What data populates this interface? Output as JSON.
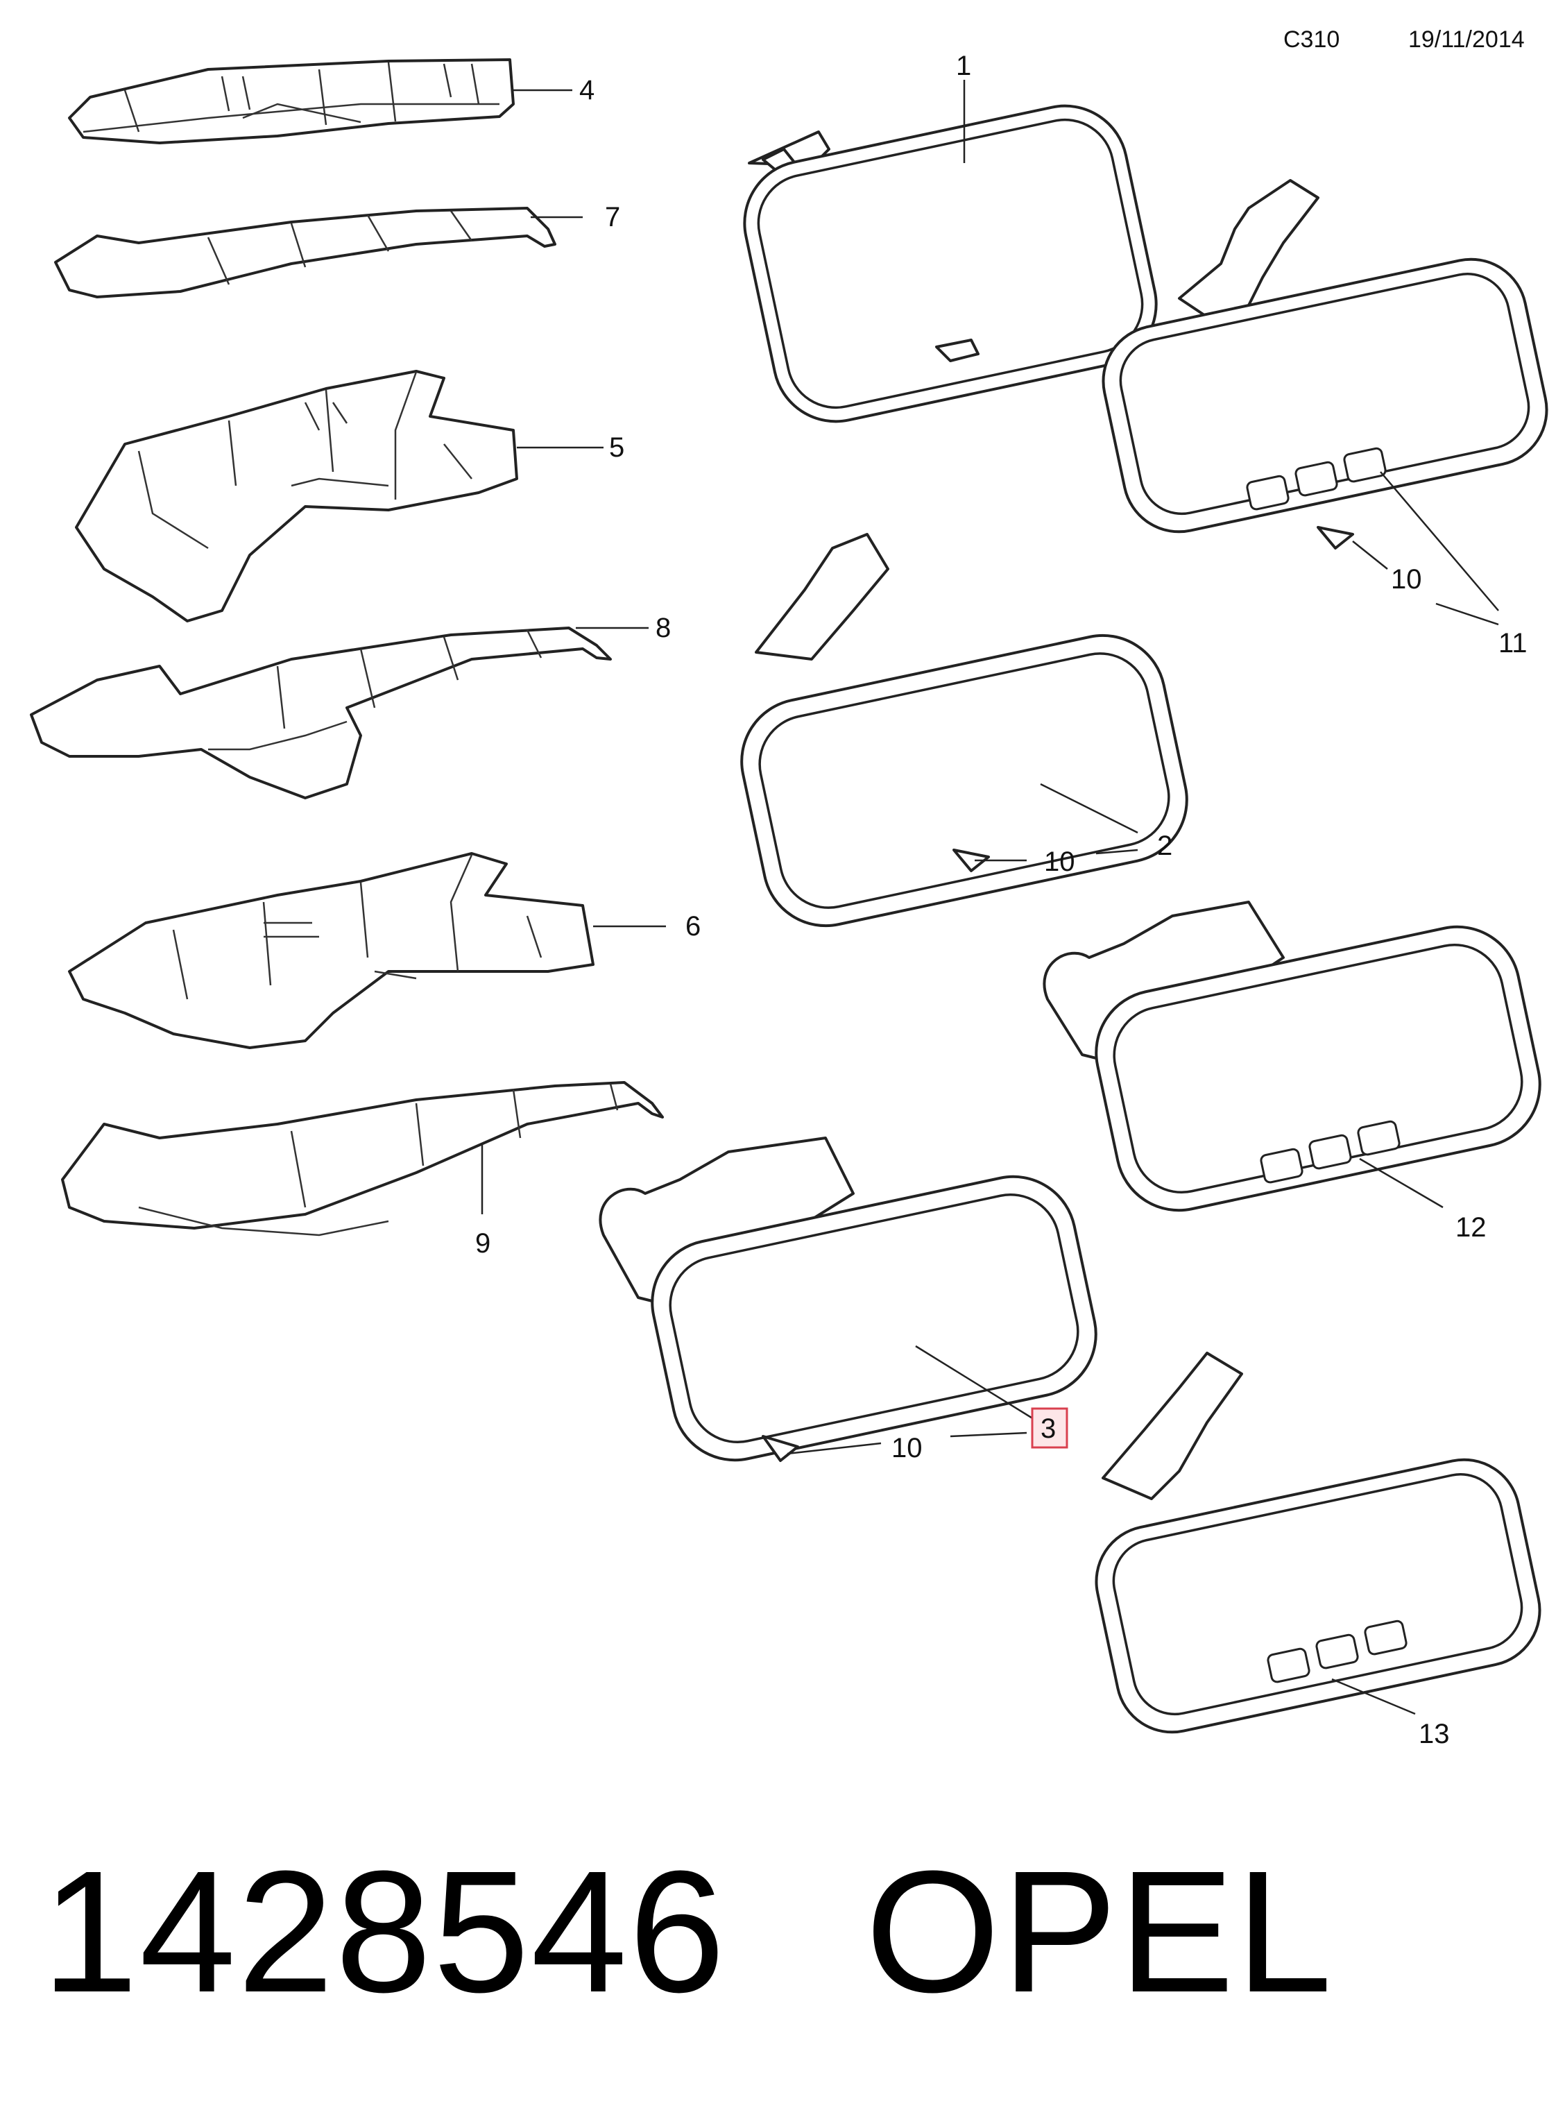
{
  "header": {
    "code": "C310",
    "date": "19/11/2014"
  },
  "callouts": [
    {
      "id": "1",
      "label": "1"
    },
    {
      "id": "2",
      "label": "2"
    },
    {
      "id": "3",
      "label": "3",
      "highlighted": true
    },
    {
      "id": "4",
      "label": "4"
    },
    {
      "id": "5",
      "label": "5"
    },
    {
      "id": "6",
      "label": "6"
    },
    {
      "id": "7",
      "label": "7"
    },
    {
      "id": "8",
      "label": "8"
    },
    {
      "id": "9",
      "label": "9"
    },
    {
      "id": "10a",
      "label": "10"
    },
    {
      "id": "10b",
      "label": "10"
    },
    {
      "id": "10c",
      "label": "10"
    },
    {
      "id": "11",
      "label": "11"
    },
    {
      "id": "12",
      "label": "12"
    },
    {
      "id": "13",
      "label": "13"
    }
  ],
  "footer": {
    "part_number": "1428546",
    "brand": "OPEL"
  },
  "colors": {
    "line": "#222222",
    "highlight_fill": "#fde6e8",
    "highlight_stroke": "#d9404f"
  }
}
